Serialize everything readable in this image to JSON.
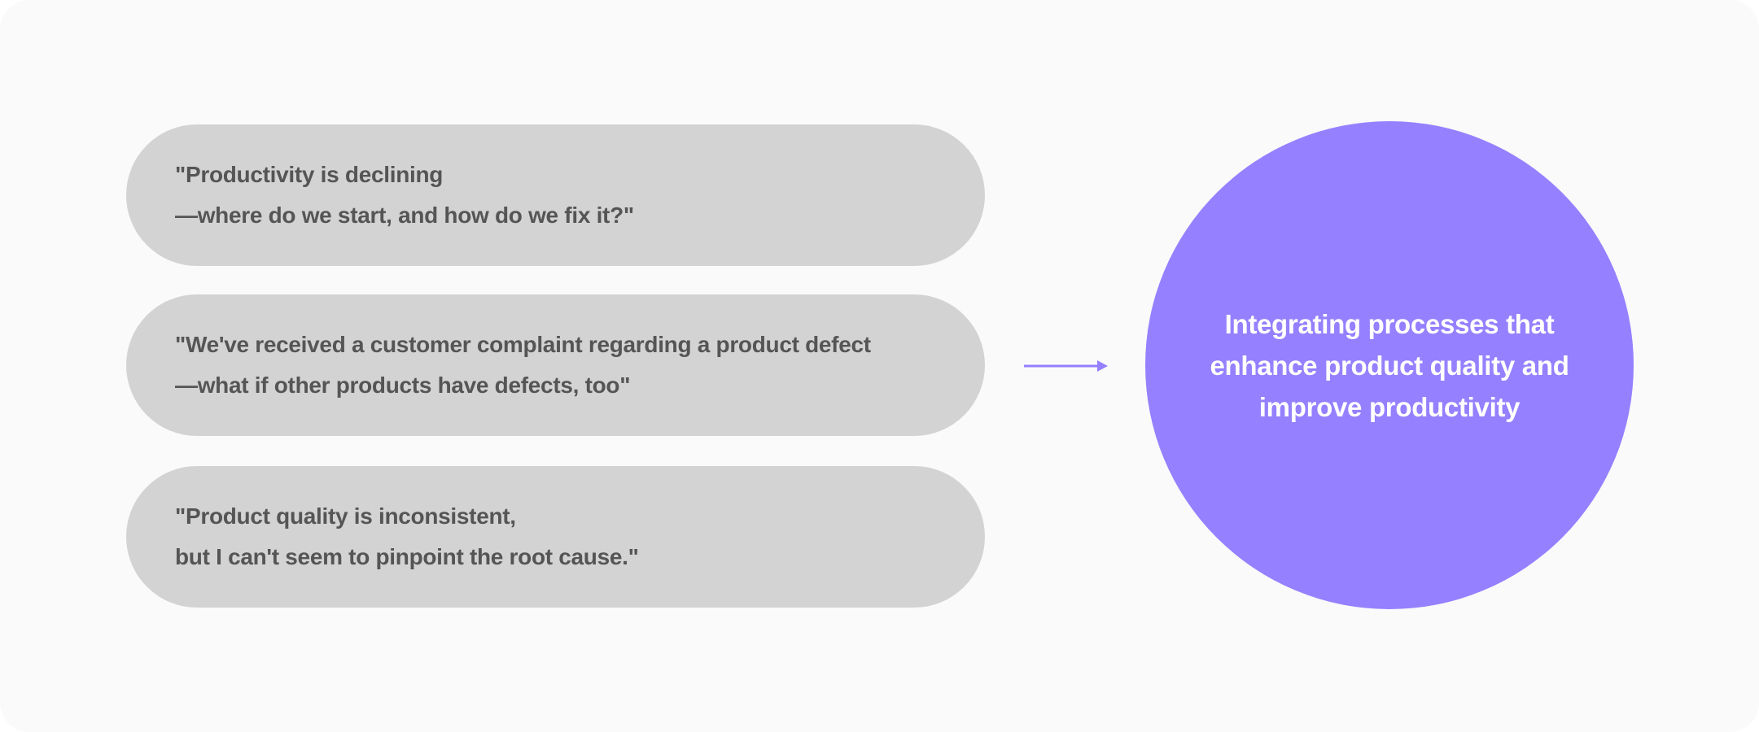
{
  "colors": {
    "pill": "#d3d3d3",
    "pill_text": "#555555",
    "accent": "#9580ff",
    "background": "#fafafa"
  },
  "problems": [
    {
      "line1": "\"Productivity is declining",
      "line2": "—where do we start, and how do we fix it?\""
    },
    {
      "line1": "\"We've received a customer complaint regarding a product defect",
      "line2": "—what if other products have defects, too\""
    },
    {
      "line1": "\"Product quality is inconsistent,",
      "line2": "but I can't seem to pinpoint the root cause.\""
    }
  ],
  "arrow_icon": "arrow-right-icon",
  "solution": {
    "line1": "Integrating processes that",
    "line2": "enhance product quality and",
    "line3": "improve productivity"
  }
}
